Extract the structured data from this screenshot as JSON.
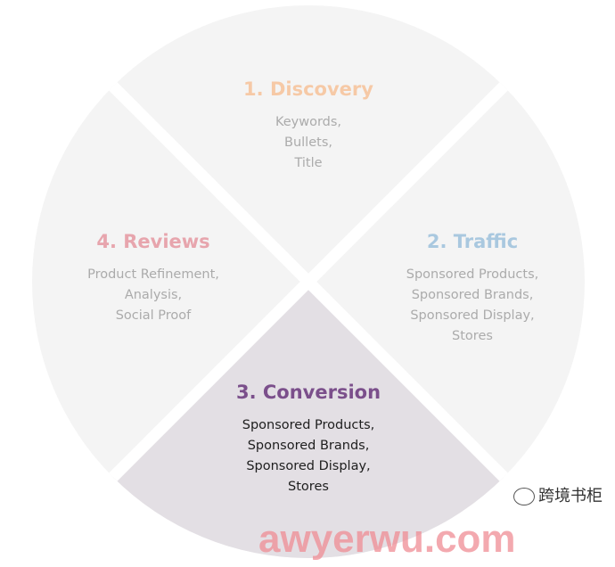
{
  "colors": {
    "quadrant": "#f4f4f4",
    "highlight": "#e3dfe4",
    "discovery": "#f6c9a6",
    "traffic": "#a9c8df",
    "conversion": "#7b4f8b",
    "reviews": "#e7a5ad"
  },
  "quadrants": [
    {
      "title": "1. Discovery",
      "lines": [
        "Keywords,",
        "Bullets,",
        "Title"
      ]
    },
    {
      "title": "2. Traffic",
      "lines": [
        "Sponsored Products,",
        "Sponsored Brands,",
        "Sponsored Display,",
        "Stores"
      ]
    },
    {
      "title": "3. Conversion",
      "lines": [
        "Sponsored Products,",
        "Sponsored Brands,",
        "Sponsored Display,",
        "Stores"
      ]
    },
    {
      "title": "4. Reviews",
      "lines": [
        "Product Refinement,",
        "Analysis,",
        "Social Proof"
      ]
    }
  ],
  "watermark": {
    "site": "awyerwu.com",
    "account": "跨境书柜"
  }
}
